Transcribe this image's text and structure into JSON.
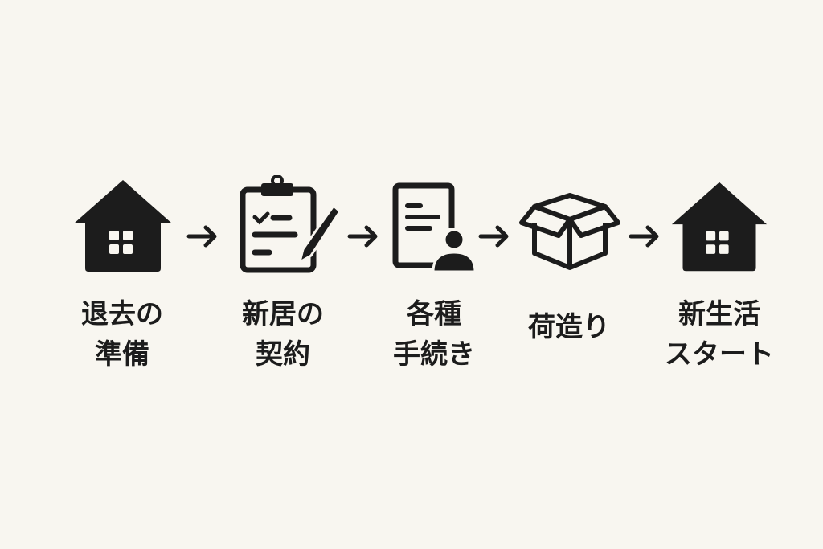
{
  "steps": [
    {
      "icon": "house-icon",
      "lines": [
        "退去の",
        "準備"
      ]
    },
    {
      "icon": "clipboard-pen-icon",
      "lines": [
        "新居の",
        "契約"
      ]
    },
    {
      "icon": "document-person-icon",
      "lines": [
        "各種",
        "手続き"
      ]
    },
    {
      "icon": "open-box-icon",
      "lines": [
        "荷造り"
      ]
    },
    {
      "icon": "house-icon",
      "lines": [
        "新生活",
        "スタート"
      ]
    }
  ],
  "colors": {
    "background": "#f8f6f0",
    "ink": "#1c1c1c"
  }
}
